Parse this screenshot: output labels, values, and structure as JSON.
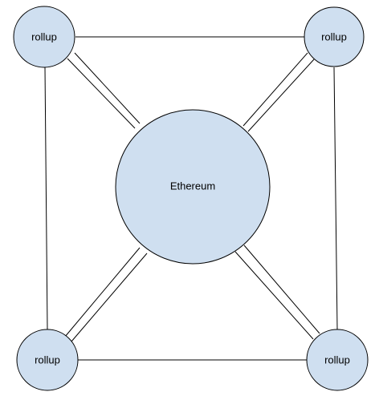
{
  "diagram": {
    "colors": {
      "node_fill": "#cfdff0",
      "stroke": "#000000",
      "background": "#ffffff"
    },
    "nodes": {
      "top_left": {
        "label": "rollup"
      },
      "top_right": {
        "label": "rollup"
      },
      "bottom_left": {
        "label": "rollup"
      },
      "bottom_right": {
        "label": "rollup"
      },
      "center": {
        "label": "Ethereum"
      }
    }
  }
}
